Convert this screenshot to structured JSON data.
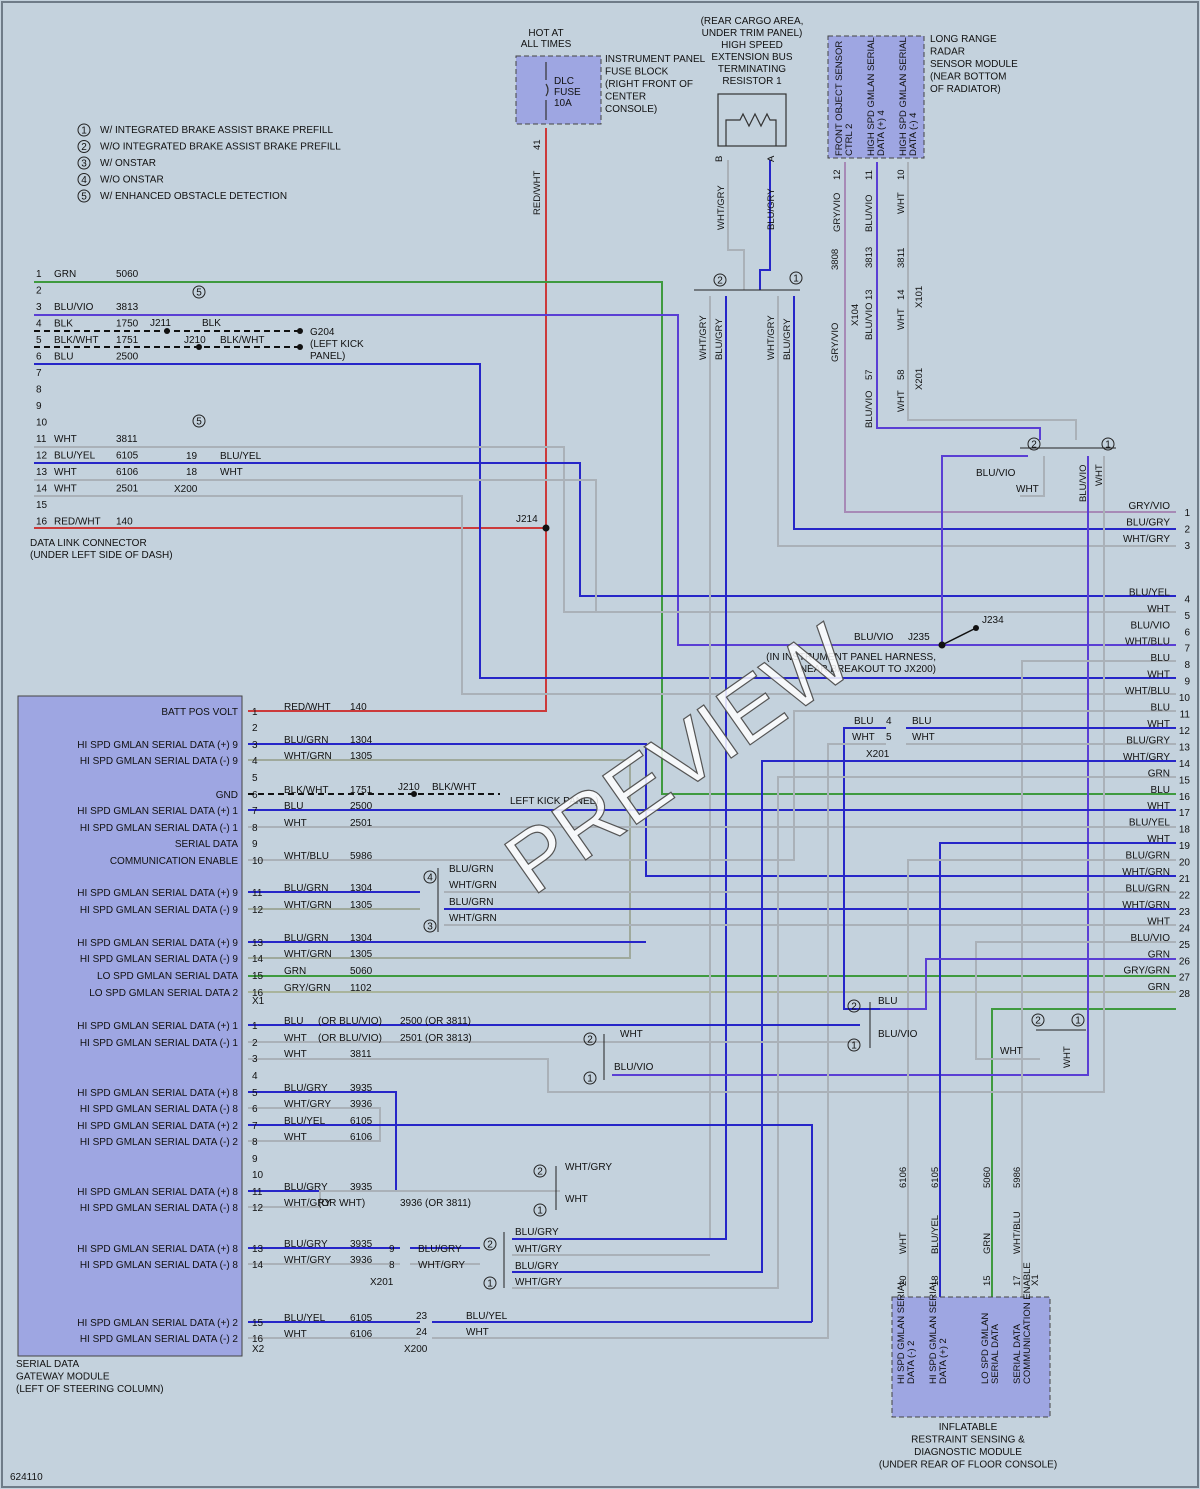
{
  "figure_id": "624110",
  "watermark": "PREVIEW",
  "legend": [
    {
      "num": "1",
      "text": "W/ INTEGRATED BRAKE ASSIST BRAKE PREFILL"
    },
    {
      "num": "2",
      "text": "W/O INTEGRATED BRAKE ASSIST BRAKE PREFILL"
    },
    {
      "num": "3",
      "text": "W/ ONSTAR"
    },
    {
      "num": "4",
      "text": "W/O ONSTAR"
    },
    {
      "num": "5",
      "text": "W/ ENHANCED OBSTACLE DETECTION"
    }
  ],
  "components": {
    "hot_at_all_times": [
      "HOT AT",
      "ALL TIMES"
    ],
    "fuse_label": [
      "DLC",
      "FUSE",
      "10A"
    ],
    "fuse_block": [
      "INSTRUMENT PANEL",
      "FUSE BLOCK",
      "(RIGHT FRONT OF",
      "CENTER",
      "CONSOLE)"
    ],
    "resistor": [
      "(REAR CARGO AREA,",
      "UNDER TRIM PANEL)",
      "HIGH SPEED",
      "EXTENSION BUS",
      "TERMINATING",
      "RESISTOR 1"
    ],
    "radar": [
      "LONG RANGE",
      "RADAR",
      "SENSOR MODULE",
      "(NEAR BOTTOM",
      "OF RADIATOR)"
    ],
    "radar_pins": [
      "FRONT OBJECT SENSOR CTRL 2",
      "HIGH SPD GMLAN SERIAL DATA (+) 4",
      "HIGH SPD GMLAN SERIAL DATA (-) 4"
    ],
    "dlc": [
      "DATA LINK CONNECTOR",
      "(UNDER LEFT SIDE OF DASH)"
    ],
    "gateway": [
      "SERIAL DATA",
      "GATEWAY MODULE",
      "(LEFT OF STEERING COLUMN)"
    ],
    "airbag": [
      "INFLATABLE",
      "RESTRAINT SENSING &",
      "DIAGNOSTIC MODULE",
      "(UNDER REAR OF FLOOR CONSOLE)"
    ],
    "airbag_pins": [
      "HI SPD GMLAN SERIAL DATA (-) 2",
      "HI SPD GMLAN SERIAL DATA (+) 2",
      "LO SPD GMLAN SERIAL DATA",
      "SERIAL DATA COMMUNICATION ENABLE"
    ],
    "g204": [
      "G204",
      "(LEFT KICK",
      "PANEL)"
    ],
    "j235_note": [
      "(IN INSTRUMENT PANEL HARNESS,",
      "NEAR BREAKOUT TO JX200)"
    ]
  },
  "colors": {
    "red": "#cc3a3a",
    "green": "#3f9a3f",
    "blue": "#2626c8",
    "violet": "#6a32d8",
    "grey": "#9fa6ad",
    "white": "#c6ccd2",
    "pinkvio": "#a78ab6",
    "module": "#9ea6e2"
  },
  "dlc_pins": [
    {
      "pin": "1",
      "color": "GRN",
      "circuit": "5060"
    },
    {
      "pin": "2",
      "color": "",
      "circuit": ""
    },
    {
      "pin": "3",
      "color": "BLU/VIO",
      "circuit": "3813"
    },
    {
      "pin": "4",
      "color": "BLK",
      "circuit": "1750"
    },
    {
      "pin": "5",
      "color": "BLK/WHT",
      "circuit": "1751"
    },
    {
      "pin": "6",
      "color": "BLU",
      "circuit": "2500"
    },
    {
      "pin": "7",
      "color": "",
      "circuit": ""
    },
    {
      "pin": "8",
      "color": "",
      "circuit": ""
    },
    {
      "pin": "9",
      "color": "",
      "circuit": ""
    },
    {
      "pin": "10",
      "color": "",
      "circuit": ""
    },
    {
      "pin": "11",
      "color": "WHT",
      "circuit": "3811"
    },
    {
      "pin": "12",
      "color": "BLU/YEL",
      "circuit": "6105"
    },
    {
      "pin": "13",
      "color": "WHT",
      "circuit": "6106"
    },
    {
      "pin": "14",
      "color": "WHT",
      "circuit": "2501"
    },
    {
      "pin": "15",
      "color": "",
      "circuit": ""
    },
    {
      "pin": "16",
      "color": "RED/WHT",
      "circuit": "140"
    }
  ],
  "gateway_pins": [
    {
      "pin": "1",
      "name": "BATT POS VOLT",
      "color": "RED/WHT",
      "circuit": "140"
    },
    {
      "pin": "2",
      "name": "",
      "color": "",
      "circuit": ""
    },
    {
      "pin": "3",
      "name": "HI SPD GMLAN SERIAL DATA (+) 9",
      "color": "BLU/GRN",
      "circuit": "1304"
    },
    {
      "pin": "4",
      "name": "HI SPD GMLAN SERIAL DATA (-) 9",
      "color": "WHT/GRN",
      "circuit": "1305"
    },
    {
      "pin": "5",
      "name": "",
      "color": "",
      "circuit": ""
    },
    {
      "pin": "6",
      "name": "GND",
      "color": "BLK/WHT",
      "circuit": "1751"
    },
    {
      "pin": "7",
      "name": "HI SPD GMLAN SERIAL DATA (+) 1",
      "color": "BLU",
      "circuit": "2500"
    },
    {
      "pin": "8",
      "name": "HI SPD GMLAN SERIAL DATA (-) 1",
      "color": "WHT",
      "circuit": "2501"
    },
    {
      "pin": "9",
      "name": "SERIAL DATA",
      "color": "",
      "circuit": ""
    },
    {
      "pin": "10",
      "name": "COMMUNICATION ENABLE",
      "color": "WHT/BLU",
      "circuit": "5986"
    },
    {
      "pin": "11",
      "name": "HI SPD GMLAN SERIAL DATA (+) 9",
      "color": "BLU/GRN",
      "circuit": "1304"
    },
    {
      "pin": "12",
      "name": "HI SPD GMLAN SERIAL DATA (-) 9",
      "color": "WHT/GRN",
      "circuit": "1305"
    },
    {
      "pin": "13",
      "name": "HI SPD GMLAN SERIAL DATA (+) 9",
      "color": "BLU/GRN",
      "circuit": "1304"
    },
    {
      "pin": "14",
      "name": "HI SPD GMLAN SERIAL DATA (-) 9",
      "color": "WHT/GRN",
      "circuit": "1305"
    },
    {
      "pin": "15",
      "name": "LO SPD GMLAN SERIAL DATA",
      "color": "GRN",
      "circuit": "5060"
    },
    {
      "pin": "16",
      "name": "LO SPD GMLAN SERIAL DATA 2",
      "color": "GRY/GRN",
      "circuit": "1102"
    }
  ],
  "gateway_x1_pins": [
    {
      "pin": "1",
      "name": "HI SPD GMLAN SERIAL DATA (+) 1",
      "color": "BLU",
      "alt": "(OR BLU/VIO)",
      "circuit": "2500 (OR 3811)"
    },
    {
      "pin": "2",
      "name": "HI SPD GMLAN SERIAL DATA (-) 1",
      "color": "WHT",
      "alt": "(OR BLU/VIO)",
      "circuit": "2501 (OR 3813)"
    },
    {
      "pin": "3",
      "name": "",
      "color": "WHT",
      "alt": "",
      "circuit": "3811"
    },
    {
      "pin": "4",
      "name": "",
      "color": "",
      "alt": "",
      "circuit": ""
    },
    {
      "pin": "5",
      "name": "HI SPD GMLAN SERIAL DATA (+) 8",
      "color": "BLU/GRY",
      "alt": "",
      "circuit": "3935"
    },
    {
      "pin": "6",
      "name": "HI SPD GMLAN SERIAL DATA (-) 8",
      "color": "WHT/GRY",
      "alt": "",
      "circuit": "3936"
    },
    {
      "pin": "7",
      "name": "HI SPD GMLAN SERIAL DATA (+) 2",
      "color": "BLU/YEL",
      "alt": "",
      "circuit": "6105"
    },
    {
      "pin": "8",
      "name": "HI SPD GMLAN SERIAL DATA (-) 2",
      "color": "WHT",
      "alt": "",
      "circuit": "6106"
    },
    {
      "pin": "9",
      "name": "",
      "color": "",
      "alt": "",
      "circuit": ""
    },
    {
      "pin": "10",
      "name": "",
      "color": "",
      "alt": "",
      "circuit": ""
    },
    {
      "pin": "11",
      "name": "HI SPD GMLAN SERIAL DATA (+) 8",
      "color": "BLU/GRY",
      "alt": "",
      "circuit": "3935"
    },
    {
      "pin": "12",
      "name": "HI SPD GMLAN SERIAL DATA (-) 8",
      "color": "WHT/GRY",
      "alt": "(OR WHT)",
      "circuit": "3936 (OR 3811)"
    },
    {
      "pin": "13",
      "name": "HI SPD GMLAN SERIAL DATA (+) 8",
      "color": "BLU/GRY",
      "alt": "",
      "circuit": "3935"
    },
    {
      "pin": "14",
      "name": "HI SPD GMLAN SERIAL DATA (-) 8",
      "color": "WHT/GRY",
      "alt": "",
      "circuit": "3936"
    }
  ],
  "gateway_x2_pins": [
    {
      "pin": "15",
      "name": "HI SPD GMLAN SERIAL DATA (+) 2",
      "color": "BLU/YEL",
      "circuit": "6105"
    },
    {
      "pin": "16",
      "name": "HI SPD GMLAN SERIAL DATA (-) 2",
      "color": "WHT",
      "circuit": "6106"
    }
  ],
  "right_pins": [
    {
      "pin": "1",
      "color": "GRY/VIO"
    },
    {
      "pin": "2",
      "color": "BLU/GRY"
    },
    {
      "pin": "3",
      "color": "WHT/GRY"
    },
    {
      "pin": "4",
      "color": "BLU/YEL"
    },
    {
      "pin": "5",
      "color": "WHT"
    },
    {
      "pin": "6",
      "color": "BLU/VIO"
    },
    {
      "pin": "7",
      "color": "WHT/BLU"
    },
    {
      "pin": "8",
      "color": "BLU"
    },
    {
      "pin": "9",
      "color": "WHT"
    },
    {
      "pin": "10",
      "color": "WHT/BLU"
    },
    {
      "pin": "11",
      "color": "BLU"
    },
    {
      "pin": "12",
      "color": "WHT"
    },
    {
      "pin": "13",
      "color": "BLU/GRY"
    },
    {
      "pin": "14",
      "color": "WHT/GRY"
    },
    {
      "pin": "15",
      "color": "GRN"
    },
    {
      "pin": "16",
      "color": "BLU"
    },
    {
      "pin": "17",
      "color": "WHT"
    },
    {
      "pin": "18",
      "color": "BLU/YEL"
    },
    {
      "pin": "19",
      "color": "WHT"
    },
    {
      "pin": "20",
      "color": "BLU/GRN"
    },
    {
      "pin": "21",
      "color": "WHT/GRN"
    },
    {
      "pin": "22",
      "color": "BLU/GRN"
    },
    {
      "pin": "23",
      "color": "WHT/GRN"
    },
    {
      "pin": "24",
      "color": "WHT"
    },
    {
      "pin": "25",
      "color": "BLU/VIO"
    },
    {
      "pin": "26",
      "color": "GRN"
    },
    {
      "pin": "27",
      "color": "GRY/GRN"
    },
    {
      "pin": "28",
      "color": "GRN"
    }
  ],
  "connectors": {
    "x1": "X1",
    "x2": "X2",
    "x101": "X101",
    "x104": "X104",
    "x200": "X200",
    "x201": "X201",
    "j210": "J210",
    "j211": "J211",
    "j214": "J214",
    "j234": "J234",
    "j235": "J235"
  },
  "misc_text": {
    "fuse_pin": "41",
    "red_wht": "RED/WHT",
    "res_b": "B",
    "res_a": "A",
    "wht_gry": "WHT/GRY",
    "blu_gry": "BLU/GRY",
    "rad_12": "12",
    "rad_11": "11",
    "rad_10": "10",
    "gry_vio": "GRY/VIO",
    "blu_vio": "BLU/VIO",
    "wht": "WHT",
    "c3808": "3808",
    "c3813": "3813",
    "c3811": "3811",
    "p13": "13",
    "p14": "14",
    "p57": "57",
    "p58": "58",
    "blk": "BLK",
    "blk_wht": "BLK/WHT",
    "blu_yel": "BLU/YEL",
    "p19": "19",
    "p18": "18",
    "blu": "BLU",
    "p4": "4",
    "p5": "5",
    "p9": "9",
    "p8": "8",
    "p23": "23",
    "p24": "24",
    "blu_grn": "BLU/GRN",
    "wht_grn": "WHT/GRN",
    "wht_blu": "WHT/BLU",
    "grn": "GRN",
    "c6106": "6106",
    "c6105": "6105",
    "c5060": "5060",
    "c5986": "5986",
    "ab20": "20",
    "ab18": "18",
    "ab15": "15",
    "ab17": "17",
    "left_kick": "LEFT KICK PANEL)",
    "j210_mid": "J210",
    "blk_wht_mid": "BLK/WHT"
  }
}
